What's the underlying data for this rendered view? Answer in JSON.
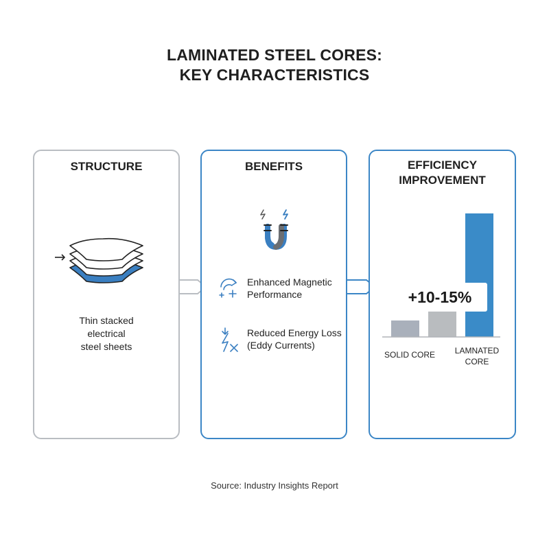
{
  "title": {
    "line1": "LAMINATED STEEL CORES:",
    "line2": "KEY CHARACTERISTICS"
  },
  "structure": {
    "heading": "STRUCTURE",
    "description_lines": [
      "Thin stacked",
      "electrical",
      "steel sheets"
    ],
    "icon": "stacked-sheets-icon"
  },
  "benefits": {
    "heading": "BENEFITS",
    "icon": "magnet-icon",
    "items": [
      {
        "icon": "magnetic-field-icon",
        "lines": [
          "Enhanced Magnetic",
          "Performance"
        ]
      },
      {
        "icon": "energy-loss-icon",
        "lines": [
          "Reduced Energy Loss",
          "(Eddy Currents)"
        ]
      }
    ]
  },
  "efficiency": {
    "heading_lines": [
      "EFFICIENCY",
      "IMPROVEMENT"
    ],
    "callout": "+10-15%",
    "labels": {
      "solid": "SOLID CORE",
      "laminated_line1": "LAMNATED",
      "laminated_line2": "CORE"
    }
  },
  "chart_data": {
    "type": "bar",
    "categories": [
      "SOLID CORE",
      "",
      "LAMNATED CORE"
    ],
    "values": [
      24,
      40,
      180
    ],
    "annotations": [
      "+10-15%"
    ],
    "colors": [
      "#a9b0bb",
      "#b9bcbf",
      "#3a8bc8"
    ]
  },
  "colors": {
    "accent": "#3b86c6",
    "neutral_border": "#b9bdc2",
    "sheet_blue": "#3a7fc1"
  },
  "source": "Source: Industry Insights Report"
}
